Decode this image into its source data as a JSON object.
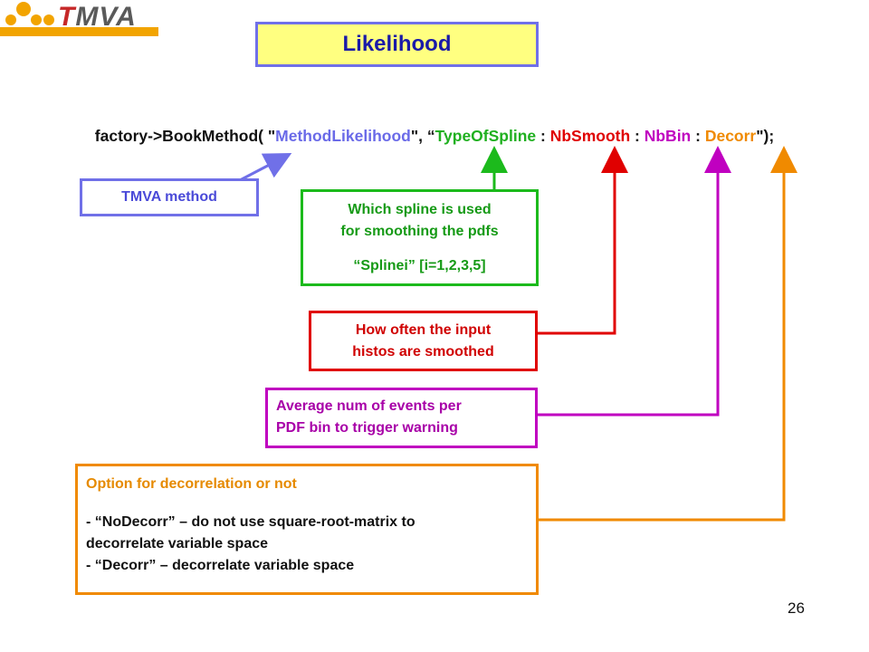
{
  "logo": {
    "text_first": "T",
    "text_rest": "MVA"
  },
  "title": "Likelihood",
  "code_line": {
    "prefix": "factory->BookMethod( \"",
    "method": "MethodLikelihood",
    "mid": "\", “",
    "spline": "TypeOfSpline",
    "sep1": " : ",
    "smooth": "NbSmooth",
    "sep2": " : ",
    "nbbin": "NbBin",
    "sep3": " : ",
    "decorr": "Decorr",
    "suffix": "\");"
  },
  "callouts": {
    "method": {
      "label": "TMVA method"
    },
    "spline": {
      "line1": "Which spline is used",
      "line2": "for smoothing the pdfs",
      "line3": "“Splinei” [i=1,2,3,5]"
    },
    "smooth": {
      "line1": "How often the input",
      "line2": "histos are smoothed"
    },
    "nbbin": {
      "line1": "Average num of events per",
      "line2": "PDF bin to trigger warning"
    },
    "decorr": {
      "heading": "Option for decorrelation or not",
      "line1": "- “NoDecorr” – do not use square-root-matrix to",
      "line2": "decorrelate variable space",
      "line3": "- “Decorr” – decorrelate variable space"
    }
  },
  "page_number": "26",
  "colors": {
    "method": "#7070e8",
    "spline": "#1cba1c",
    "smooth": "#e00000",
    "nbbin": "#c000c0",
    "decorr": "#f08a00",
    "title_bg": "#ffff80"
  }
}
